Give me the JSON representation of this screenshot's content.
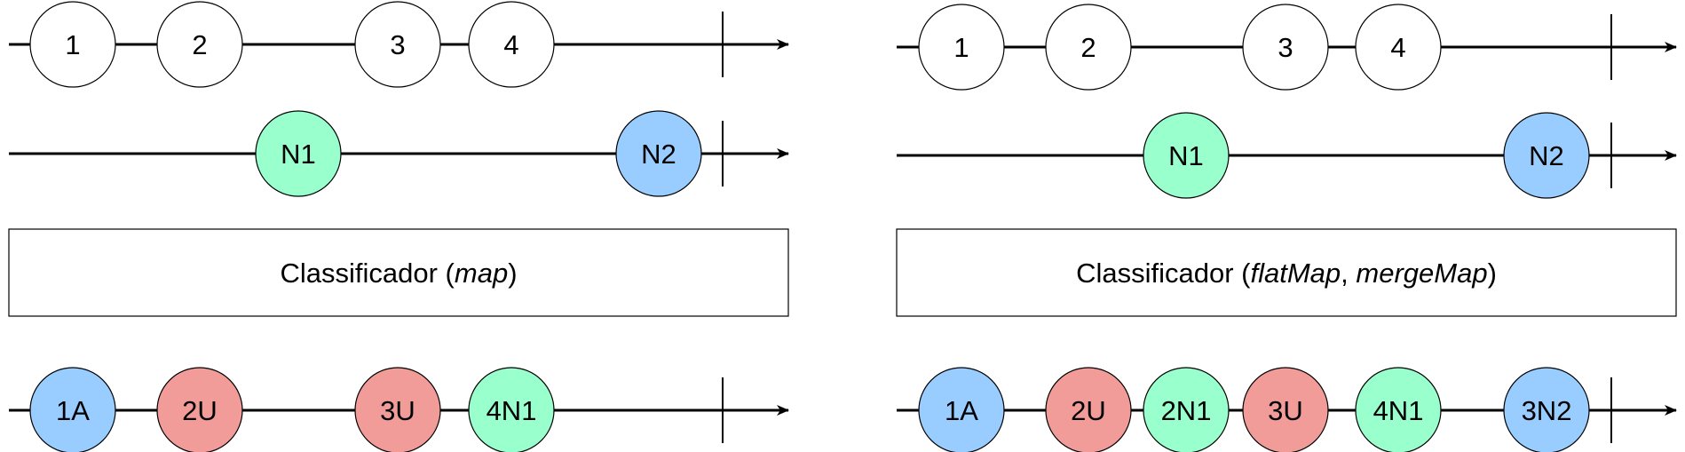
{
  "colors": {
    "white": "#ffffff",
    "green": "#99ffcc",
    "blue": "#99ccff",
    "red": "#f19c99",
    "stroke": "#000000"
  },
  "panels": [
    {
      "id": "map",
      "input_stream": {
        "marbles": [
          {
            "label": "1",
            "color": "white"
          },
          {
            "label": "2",
            "color": "white"
          },
          {
            "label": "3",
            "color": "white"
          },
          {
            "label": "4",
            "color": "white"
          }
        ]
      },
      "notifier_stream": {
        "marbles": [
          {
            "label": "N1",
            "color": "green"
          },
          {
            "label": "N2",
            "color": "blue"
          }
        ]
      },
      "operator": {
        "prefix": "Classificador (",
        "parts": [
          {
            "text": "map",
            "italic": true
          }
        ],
        "suffix": ")"
      },
      "output_stream": {
        "marbles": [
          {
            "label": "1A",
            "color": "blue"
          },
          {
            "label": "2U",
            "color": "red"
          },
          {
            "label": "3U",
            "color": "red"
          },
          {
            "label": "4N1",
            "color": "green"
          }
        ]
      }
    },
    {
      "id": "flatmap",
      "input_stream": {
        "marbles": [
          {
            "label": "1",
            "color": "white"
          },
          {
            "label": "2",
            "color": "white"
          },
          {
            "label": "3",
            "color": "white"
          },
          {
            "label": "4",
            "color": "white"
          }
        ]
      },
      "notifier_stream": {
        "marbles": [
          {
            "label": "N1",
            "color": "green"
          },
          {
            "label": "N2",
            "color": "blue"
          }
        ]
      },
      "operator": {
        "prefix": "Classificador (",
        "parts": [
          {
            "text": "flatMap",
            "italic": true
          },
          {
            "text": ", ",
            "italic": false
          },
          {
            "text": "mergeMap",
            "italic": true
          }
        ],
        "suffix": ")"
      },
      "output_stream": {
        "marbles": [
          {
            "label": "1A",
            "color": "blue"
          },
          {
            "label": "2U",
            "color": "red"
          },
          {
            "label": "2N1",
            "color": "green"
          },
          {
            "label": "3U",
            "color": "red"
          },
          {
            "label": "4N1",
            "color": "green"
          },
          {
            "label": "3N2",
            "color": "blue"
          }
        ]
      }
    }
  ]
}
